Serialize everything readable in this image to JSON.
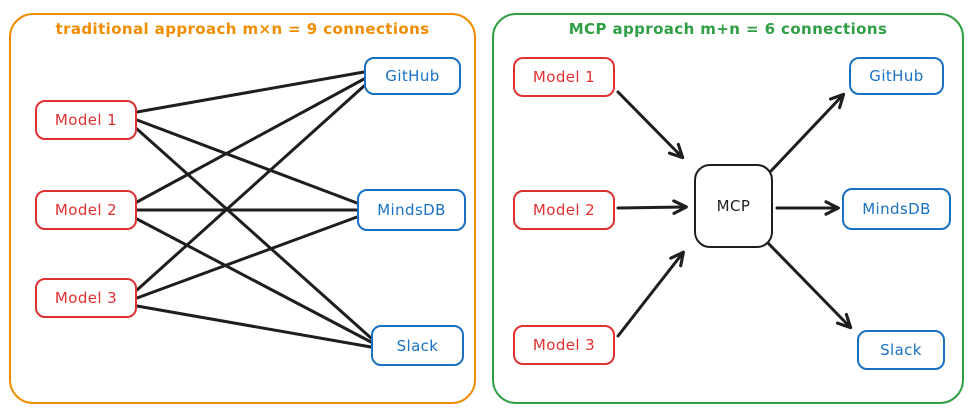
{
  "colors": {
    "traditional_border": "#f08c00",
    "mcp_border": "#2f9e44",
    "model_accent": "#e03131",
    "service_accent": "#1971c2",
    "connection_line": "#1e1e1e",
    "background": "#ffffff"
  },
  "left_panel": {
    "title": "traditional approach m×n = 9 connections",
    "models": [
      "Model 1",
      "Model 2",
      "Model 3"
    ],
    "services": [
      "GitHub",
      "MindsDB",
      "Slack"
    ],
    "connections": [
      [
        "Model 1",
        "GitHub"
      ],
      [
        "Model 1",
        "MindsDB"
      ],
      [
        "Model 1",
        "Slack"
      ],
      [
        "Model 2",
        "GitHub"
      ],
      [
        "Model 2",
        "MindsDB"
      ],
      [
        "Model 2",
        "Slack"
      ],
      [
        "Model 3",
        "GitHub"
      ],
      [
        "Model 3",
        "MindsDB"
      ],
      [
        "Model 3",
        "Slack"
      ]
    ]
  },
  "right_panel": {
    "title": "MCP approach m+n = 6 connections",
    "models": [
      "Model 1",
      "Model 2",
      "Model 3"
    ],
    "hub": "MCP",
    "services": [
      "GitHub",
      "MindsDB",
      "Slack"
    ],
    "connections": [
      [
        "Model 1",
        "MCP"
      ],
      [
        "Model 2",
        "MCP"
      ],
      [
        "Model 3",
        "MCP"
      ],
      [
        "MCP",
        "GitHub"
      ],
      [
        "MCP",
        "MindsDB"
      ],
      [
        "MCP",
        "Slack"
      ]
    ]
  }
}
